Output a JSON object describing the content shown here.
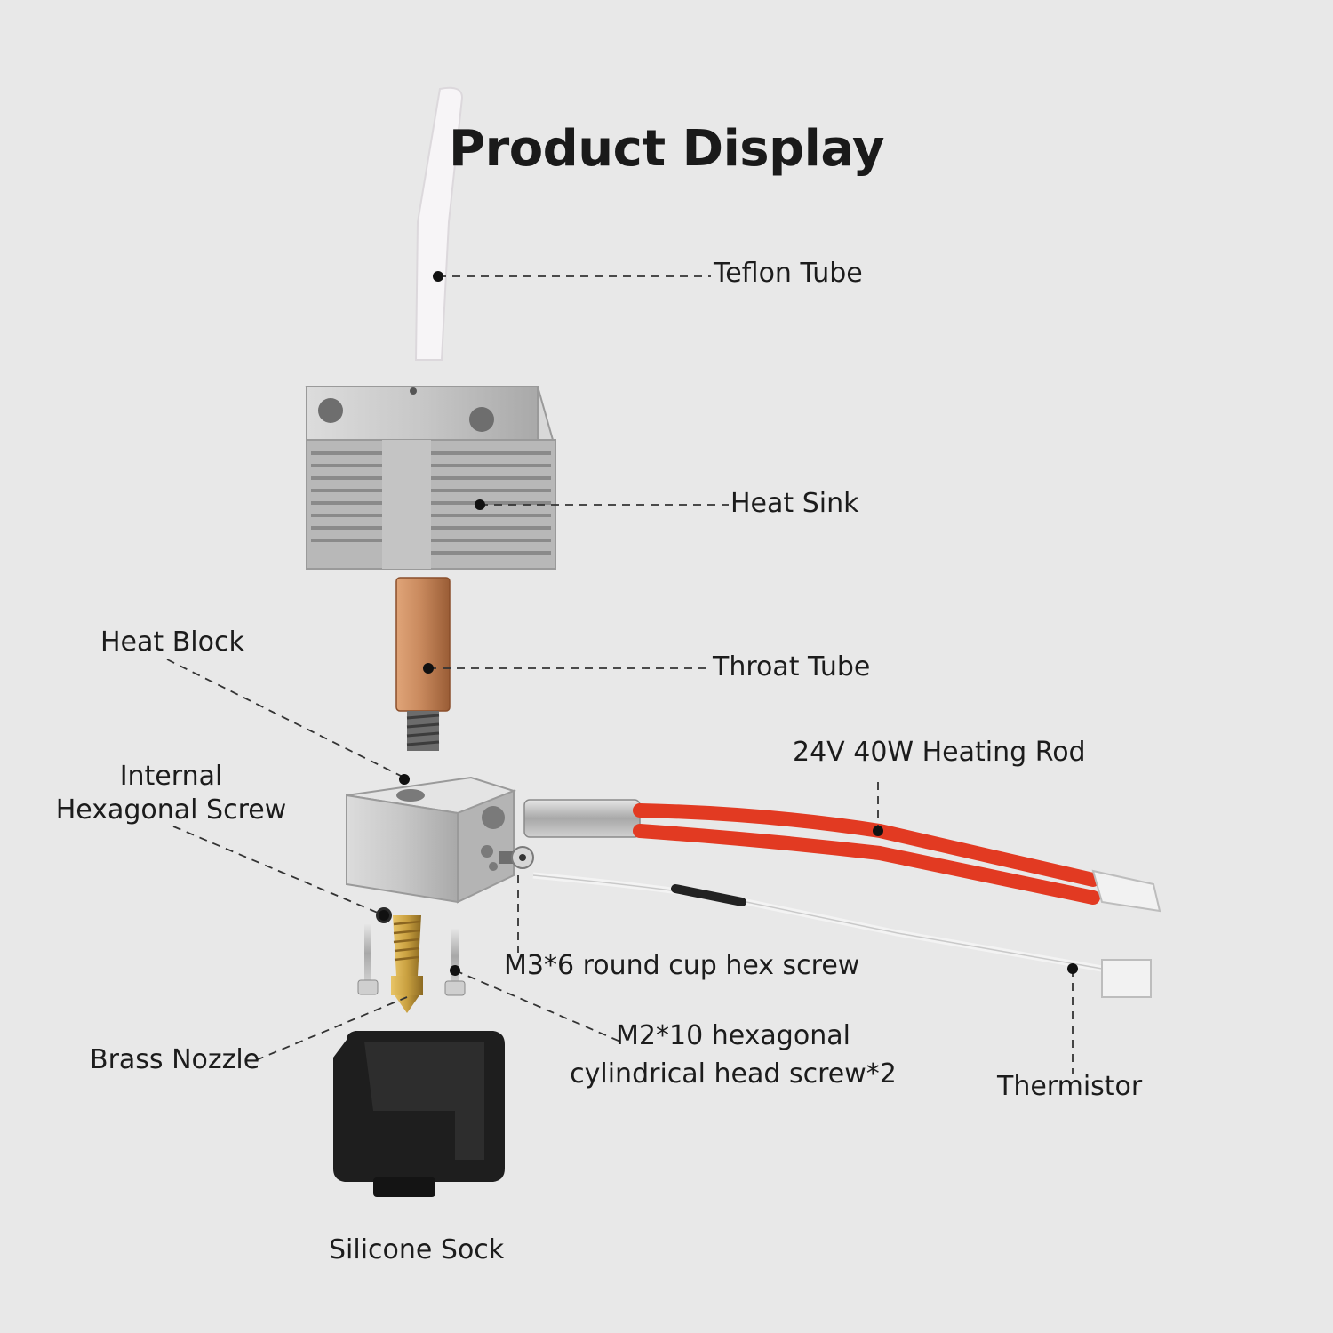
{
  "title": "Product Display",
  "labels": {
    "teflon_tube": "Teflon Tube",
    "heat_sink": "Heat Sink",
    "throat_tube": "Throat Tube",
    "heat_block": "Heat Block",
    "heating_rod": "24V 40W Heating Rod",
    "internal_screw_line1": "Internal",
    "internal_screw_line2": "Hexagonal Screw",
    "m3_screw": "M3*6 round cup hex screw",
    "m2_screw_line1": "M2*10 hexagonal",
    "m2_screw_line2": "cylindrical head screw*2",
    "brass_nozzle": "Brass Nozzle",
    "thermistor": "Thermistor",
    "silicone_sock": "Silicone Sock"
  },
  "colors": {
    "background": "#e8e8e8",
    "teflon": "#f7f5f7",
    "aluminum": "#c9c9c9",
    "copper": "#c98a5e",
    "brass": "#c9a040",
    "heater_wire": "#e23a22",
    "silicone": "#1e1e1e"
  }
}
